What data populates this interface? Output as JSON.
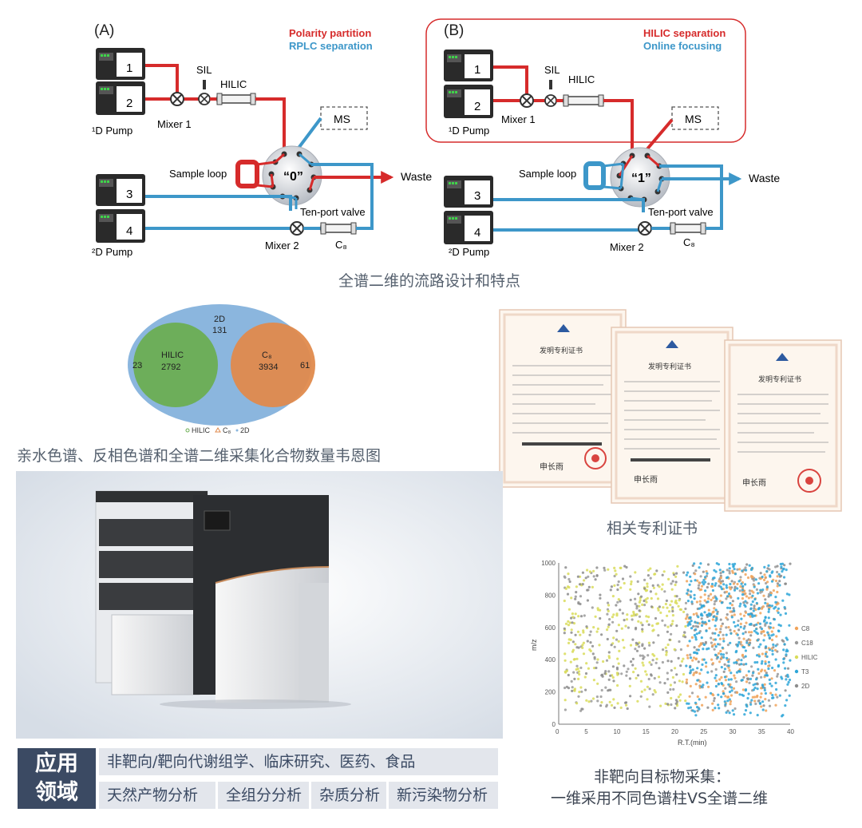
{
  "flow": {
    "panel_a": {
      "label": "(A)",
      "mode_red": "Polarity partition",
      "mode_blue": "RPLC separation",
      "valve_state": "“0”"
    },
    "panel_b": {
      "label": "(B)",
      "mode_red": "HILIC separation",
      "mode_blue": "Online focusing",
      "valve_state": "“1”"
    },
    "pumps": [
      "1",
      "2",
      "3",
      "4"
    ],
    "pump_1d": "¹D Pump",
    "pump_2d": "²D Pump",
    "mixer1": "Mixer 1",
    "mixer2": "Mixer 2",
    "sil": "SIL",
    "hilic": "HILIC",
    "ms": "MS",
    "sample_loop": "Sample loop",
    "waste": "Waste",
    "valve_name": "Ten-port valve",
    "c8": "C₈",
    "colors": {
      "red": "#d62b2b",
      "blue": "#3d97c9",
      "pump_dark": "#2a2a2a"
    },
    "caption": "全谱二维的流路设计和特点"
  },
  "venn": {
    "outer_name": "2D",
    "outer_only": "131",
    "left_name": "HILIC",
    "left_overlap": "2792",
    "left_only": "23",
    "right_name": "C₈",
    "right_overlap": "3934",
    "right_only": "61",
    "legend": [
      "HILIC",
      "C₈",
      "2D"
    ],
    "colors": {
      "outer": "#8bb6de",
      "left": "#6bae52",
      "right": "#e08a4c"
    },
    "caption": "亲水色谱、反相色谱和全谱二维采集化合物数量韦恩图"
  },
  "patents": {
    "title": "发明专利证书",
    "signature": "申长雨",
    "caption": "相关专利证书"
  },
  "application": {
    "label_line1": "应用",
    "label_line2": "领域",
    "row1": "非靶向/靶向代谢组学、临床研究、医药、食品",
    "row2": [
      "天然产物分析",
      "全组分分析",
      "杂质分析",
      "新污染物分析"
    ]
  },
  "scatter": {
    "caption_line1": "非靶向目标物采集：",
    "caption_line2": "一维采用不同色谱柱VS全谱二维"
  },
  "chart_data": {
    "type": "scatter",
    "title": "",
    "xlabel": "R.T.(min)",
    "ylabel": "m/z",
    "xlim": [
      0,
      40
    ],
    "ylim": [
      0,
      1000
    ],
    "xticks": [
      0,
      5,
      10,
      15,
      20,
      25,
      30,
      35,
      40
    ],
    "yticks": [
      0,
      200,
      400,
      600,
      800,
      1000
    ],
    "grid": false,
    "legend_position": "right",
    "series": [
      {
        "name": "C8",
        "color": "#f0a35a",
        "x_range": [
          22,
          38
        ],
        "y_range": [
          80,
          980
        ]
      },
      {
        "name": "C18",
        "color": "#9a9a9a",
        "x_range": [
          1,
          38
        ],
        "y_range": [
          80,
          980
        ]
      },
      {
        "name": "HILIC",
        "color": "#d9dc5a",
        "x_range": [
          1,
          22
        ],
        "y_range": [
          100,
          980
        ]
      },
      {
        "name": "T3",
        "color": "#2ea6d8",
        "x_range": [
          22,
          40
        ],
        "y_range": [
          50,
          1000
        ]
      },
      {
        "name": "2D",
        "color": "#8c8c8c",
        "x_range": [
          1,
          40
        ],
        "y_range": [
          80,
          1000
        ]
      }
    ]
  }
}
